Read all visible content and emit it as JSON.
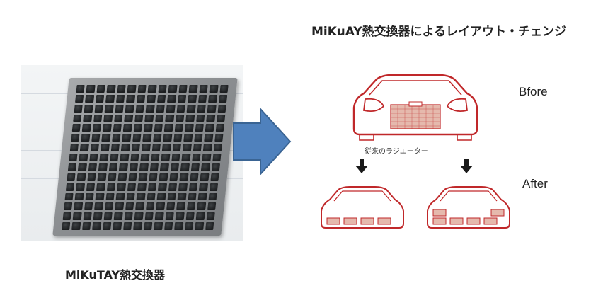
{
  "heading": "MiKuAY熱交換器によるレイアウト・チェンジ",
  "caption": "MiKuTAY熱交換器",
  "label_before": "Bfore",
  "label_after": "After",
  "label_radiator": "従来のラジエーター",
  "colors": {
    "car_outline": "#c0282a",
    "radiator_fill": "#e5b9ad",
    "arrow_fill": "#4f81bd",
    "arrow_stroke": "#3a6493",
    "down_arrow": "#1a1a1a"
  },
  "icons": {
    "exchanger_photo": "heat-exchanger-photo",
    "right_arrow": "right-arrow-icon",
    "down_arrow": "down-arrow-icon",
    "car_front": "car-front-icon"
  }
}
